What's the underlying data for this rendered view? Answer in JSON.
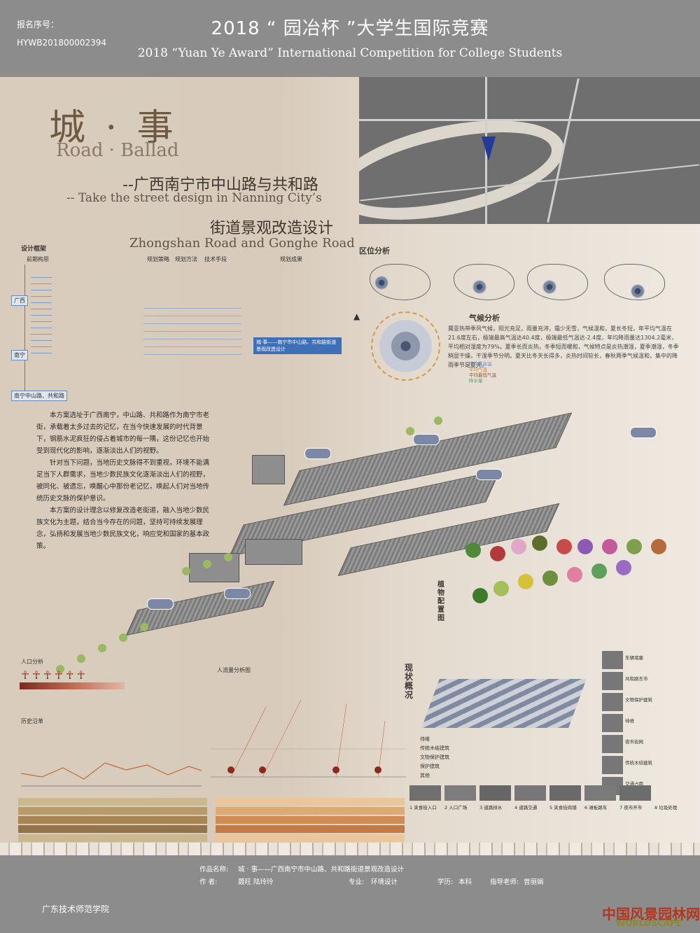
{
  "header": {
    "reg_label": "报名序号：",
    "reg_no": "HYWB201800002394",
    "title_zh": "2018 “ 园冶杯 ”大学生国际竞赛",
    "title_en": "2018 “Yuan Ye Award” International Competition for College Students"
  },
  "poster": {
    "calligraphy": "城 · 事",
    "title_en": "Road · Ballad",
    "subtitle_zh": "--广西南宁市中山路与共和路",
    "subtitle_en": "-- Take the street design in Nanning  City’s",
    "subtitle2_zh": "街道景观改造设计",
    "subtitle2_en": "Zhongshan Road and  Gonghe Road",
    "framework_title": "设计框架",
    "framework_cols": [
      "前期构思",
      "规划策略",
      "规划方法",
      "技术手段",
      "规划成果"
    ],
    "framework_nodes": [
      "广西",
      "南宁",
      "南宁中山路、共和路"
    ],
    "framework_result": "城·事——南宁市中山路、共和路街道景观改造设计",
    "region_title": "区位分析",
    "climate_title": "气候分析",
    "climate_text": "属亚热带季风气候，阳光充足，雨量充沛，霜少无雪，气候温和，夏长冬短，年平均气温在21.6度左右，极端最高气温达40.4度，极端最低气温达-2.4度，年均降雨量达1304.2毫米，平均相对湿度为79%。夏季长而炎热，冬季短而暖和，气候特点是炎热潮湿，夏季潮湿，冬季稍显干燥，干湿季节分明。夏天比冬天长得多，炎热时间较长，春秋两季气候温和，集中的降雨季节是夏天。",
    "climate_legend": [
      "平均最高温",
      "平均气温",
      "平均最低气温",
      "降水量"
    ],
    "desc": [
      "本方案选址于广西南宁，中山路、共和路作为南宁市老街，承载着太多过去的记忆，在当今快速发展的时代背景下，钢筋水泥疯狂的侵占着城市的每一隅，这份记忆也开始受到现代化的影响，逐渐淡出人们的视野。",
      "针对当下问题，当地历史文脉得不到重视，环境不能满足当下人群需求，当地少数民族文化逐渐淡出人们的视野，被同化、被遗忘，唤醒心中那份老记忆，唤起人们对当地传统历史文脉的保护意识。",
      "本方案的设计理念以修复改造老街道，融入当地少数民族文化为主题，结合当今存在的问题，坚持可持续发展理念，弘扬和发展当地少数民族文化，响应党和国家的基本政策。"
    ],
    "plant_label": "植物配置图",
    "population_title": "人口分析",
    "history_title": "历史沿革",
    "flow_title": "人流量分析图",
    "status_title": "现状概况",
    "status_legend": [
      "待维",
      "传统木结建筑",
      "文物保护建筑",
      "保护建筑",
      "其他"
    ],
    "photo_items": [
      "车辆堵塞",
      "共和路东市",
      "文物保护建筑",
      "待维",
      "夜市街网",
      "传统木结建筑",
      "交通占用"
    ],
    "problem_labels": [
      "1 夹食街入口",
      "2 入口广场",
      "3 道路排水",
      "4 道路交通",
      "5 夹食街商铺",
      "6 滩板路车",
      "7 夜市开市",
      "8 垃圾处理"
    ]
  },
  "footer": {
    "school": "广东技术师范学院",
    "work_label": "作品名称:",
    "work_name": "城 · 事——广西南宁市中山路、共和路街道景观改造设计",
    "author_label": "作    者:",
    "authors": "聂旺  陆玲玲",
    "major_label": "专业:",
    "major": "环境设计",
    "degree_label": "学历:",
    "degree": "本科",
    "teacher_label": "指导老师:",
    "teacher": "曾丽娟",
    "watermark_zh": "中国风景园林网",
    "watermark_en": "WORLDSCAPE"
  }
}
